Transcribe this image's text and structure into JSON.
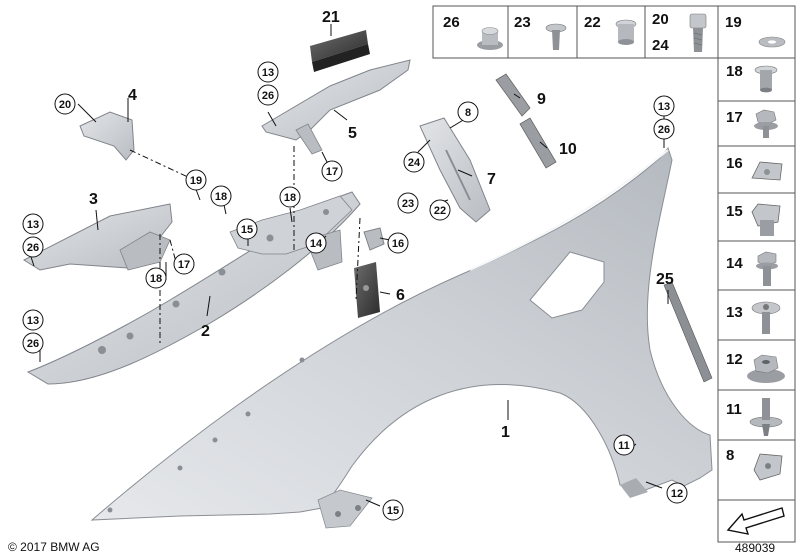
{
  "footer": {
    "copyright": "© 2017 BMW AG",
    "diagram_id": "489039"
  },
  "top_hardware": [
    {
      "a": "26",
      "b": ""
    },
    {
      "a": "23",
      "b": ""
    },
    {
      "a": "22",
      "b": ""
    },
    {
      "a": "20",
      "b": "24"
    },
    {
      "a": "19",
      "b": ""
    }
  ],
  "side_hardware": [
    "18",
    "17",
    "16",
    "15",
    "14",
    "13",
    "12",
    "11",
    "8"
  ],
  "callouts": {
    "p21": "21",
    "p4": "4",
    "p5": "5",
    "p9": "9",
    "p10": "10",
    "p7": "7",
    "p3": "3",
    "p2": "2",
    "p6": "6",
    "p1": "1",
    "p25": "25"
  },
  "circles": {
    "c20": "20",
    "c13a": "13",
    "c26a": "26",
    "c19": "19",
    "c18a": "18",
    "c18b": "18",
    "c17a": "17",
    "c13b": "13",
    "c26b": "26",
    "c17b": "17",
    "c15a": "15",
    "c18c": "18",
    "c14": "14",
    "c16": "16",
    "c8": "8",
    "c24": "24",
    "c23": "23",
    "c22": "22",
    "c13c": "13",
    "c26c": "26",
    "c13d": "13",
    "c26d": "26",
    "c11": "11",
    "c12": "12",
    "c15b": "15"
  }
}
